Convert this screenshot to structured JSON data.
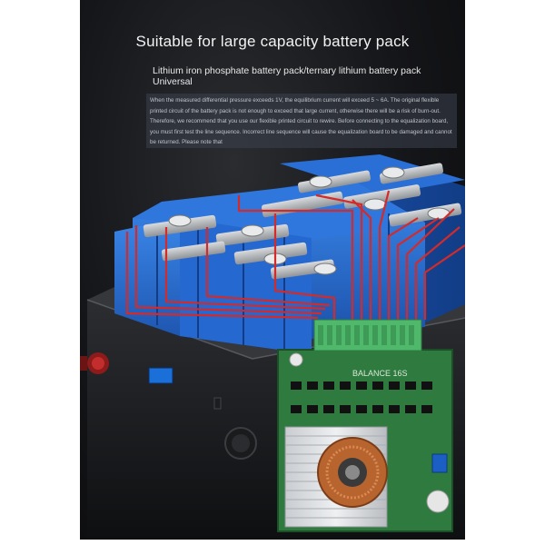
{
  "poster": {
    "headline": "Suitable for large capacity battery pack",
    "subheadline": "Lithium iron phosphate battery pack/ternary lithium battery pack Universal",
    "notice": "When the measured differential pressure exceeds 1V, the equilibrium current will exceed 5 ~ 6A. The original flexible printed circuit of the battery pack is not enough to exceed that large current, otherwise there will be a risk of burn-out. Therefore, we recommend that you use our flexible printed circuit to rewire. Before connecting to the equalization board, you must first test the line sequence. Incorrect line sequence will cause the equalization board to be damaged and cannot be returned. Please note that",
    "board_label": "BALANCE 16S"
  },
  "colors": {
    "background": "#141518",
    "battery_blue": "#1f63c9",
    "wire_red": "#d42a2a",
    "pcb_green": "#2f7a3e",
    "terminal_green": "#4fb86a",
    "copper_coil": "#b8642f"
  }
}
